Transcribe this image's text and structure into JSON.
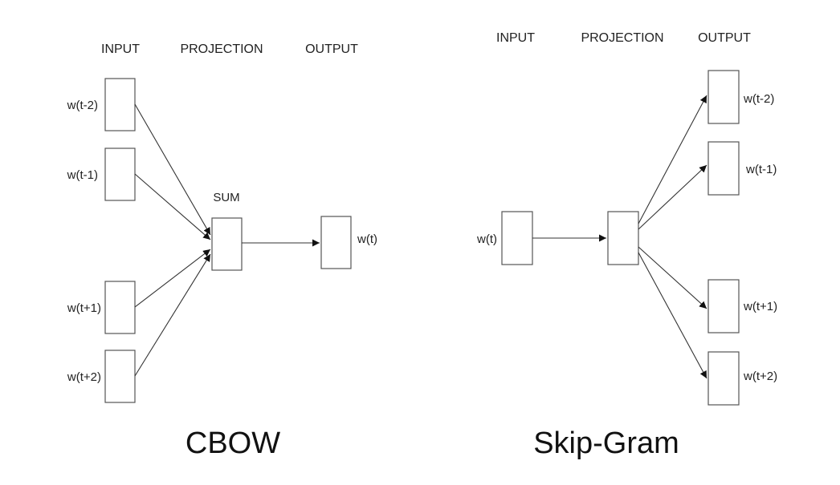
{
  "cbow": {
    "headers": {
      "input": "INPUT",
      "projection": "PROJECTION",
      "output": "OUTPUT"
    },
    "input_labels": [
      "w(t-2)",
      "w(t-1)",
      "w(t+1)",
      "w(t+2)"
    ],
    "projection_label": "SUM",
    "output_label": "w(t)",
    "caption": "CBOW"
  },
  "skipgram": {
    "headers": {
      "input": "INPUT",
      "projection": "PROJECTION",
      "output": "OUTPUT"
    },
    "input_label": "w(t)",
    "output_labels": [
      "w(t-2)",
      "w(t-1)",
      "w(t+1)",
      "w(t+2)"
    ],
    "caption": "Skip-Gram"
  }
}
